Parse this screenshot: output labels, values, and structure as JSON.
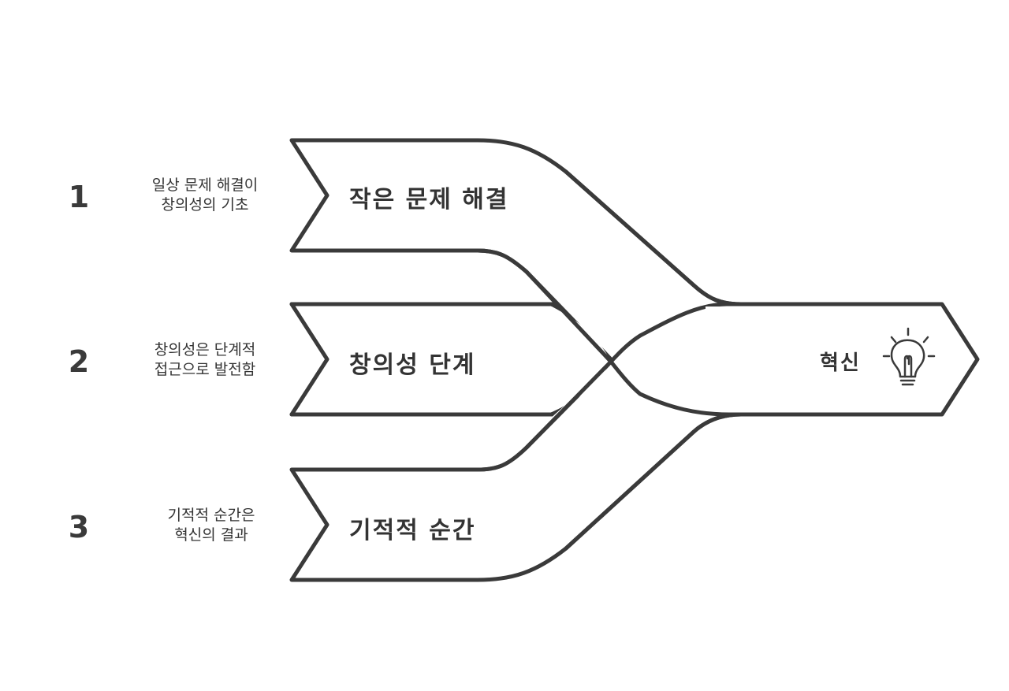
{
  "steps": [
    {
      "number": "1",
      "description_line1": "일상 문제 해결이",
      "description_line2": "창의성의 기초",
      "arrow_label": "작은 문제 해결"
    },
    {
      "number": "2",
      "description_line1": "창의성은 단계적",
      "description_line2": "접근으로 발전함",
      "arrow_label": "창의성 단계"
    },
    {
      "number": "3",
      "description_line1": "기적적 순간은",
      "description_line2": "혁신의 결과",
      "arrow_label": "기적적 순간"
    }
  ],
  "result": {
    "label": "혁신",
    "icon": "lightbulb-icon"
  },
  "colors": {
    "stroke": "#3a3a3a",
    "fill": "#ffffff",
    "text": "#333333"
  }
}
